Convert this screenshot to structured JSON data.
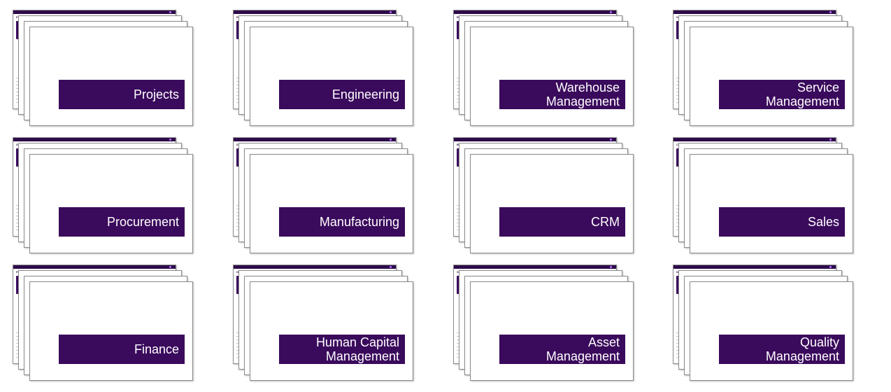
{
  "colors": {
    "accent": "#3a0a5c",
    "kpi": "#3b0a5e",
    "bar": "#c12e4f"
  },
  "tiles": [
    {
      "label": "Projects",
      "screen_title": "PROJECT PORTFOLIO MANAGEMENT"
    },
    {
      "label": "Engineering",
      "screen_title": "ENGINEERING PART MANAGEMENT"
    },
    {
      "label": "Warehouse Management",
      "screen_title": "RECEIPT MANAGEMENT"
    },
    {
      "label": "Service Management",
      "screen_title": "SERVICE CONTRACT MANAGEMENT"
    },
    {
      "label": "Procurement",
      "screen_title": "SUPPLIER PERFORMANCE MANAGEMENT"
    },
    {
      "label": "Manufacturing",
      "screen_title": "SHOP FLOOR"
    },
    {
      "label": "CRM",
      "screen_title": "BUSINESS OPPORTUNITY MANAGEMENT"
    },
    {
      "label": "Sales",
      "screen_title": "CUSTOMER ORDER PROCESSING"
    },
    {
      "label": "Finance",
      "screen_title": "FIXED ASSETS"
    },
    {
      "label": "Human Capital Management",
      "screen_title": "HCM QUICK ANALYTICS"
    },
    {
      "label": "Asset Management",
      "screen_title": "STRUCTURED FAILURE MANAGEMENT"
    },
    {
      "label": "Quality Management",
      "screen_title": "NON CONFORMANCE REPORT MANAGEMENT"
    }
  ]
}
